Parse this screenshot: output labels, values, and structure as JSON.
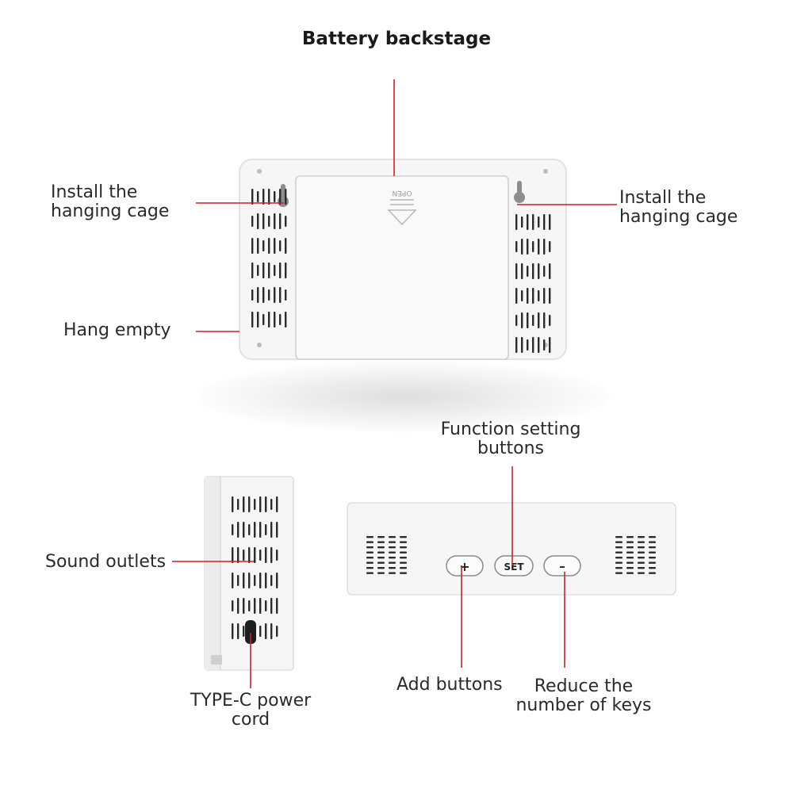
{
  "title": "Battery backstage",
  "back_view": {
    "open_label": "OPEN",
    "left_cage_label": [
      "Install the",
      "hanging cage"
    ],
    "right_cage_label": [
      "Install the",
      "hanging cage"
    ],
    "hang_empty_label": "Hang empty"
  },
  "side_view": {
    "sound_outlets_label": "Sound outlets",
    "typec_label": [
      "TYPE-C power",
      "cord"
    ]
  },
  "top_view": {
    "function_label": [
      "Function setting",
      "buttons"
    ],
    "add_key": "+",
    "set_key": "SET",
    "minus_key": "–",
    "add_label": "Add buttons",
    "reduce_label": [
      "Reduce the",
      "number of keys"
    ]
  },
  "colors": {
    "leader_line": "#c8202a",
    "device_body": "#f7f7f8",
    "device_edge": "#dcdcdf",
    "vent": "#2b2b2b"
  }
}
